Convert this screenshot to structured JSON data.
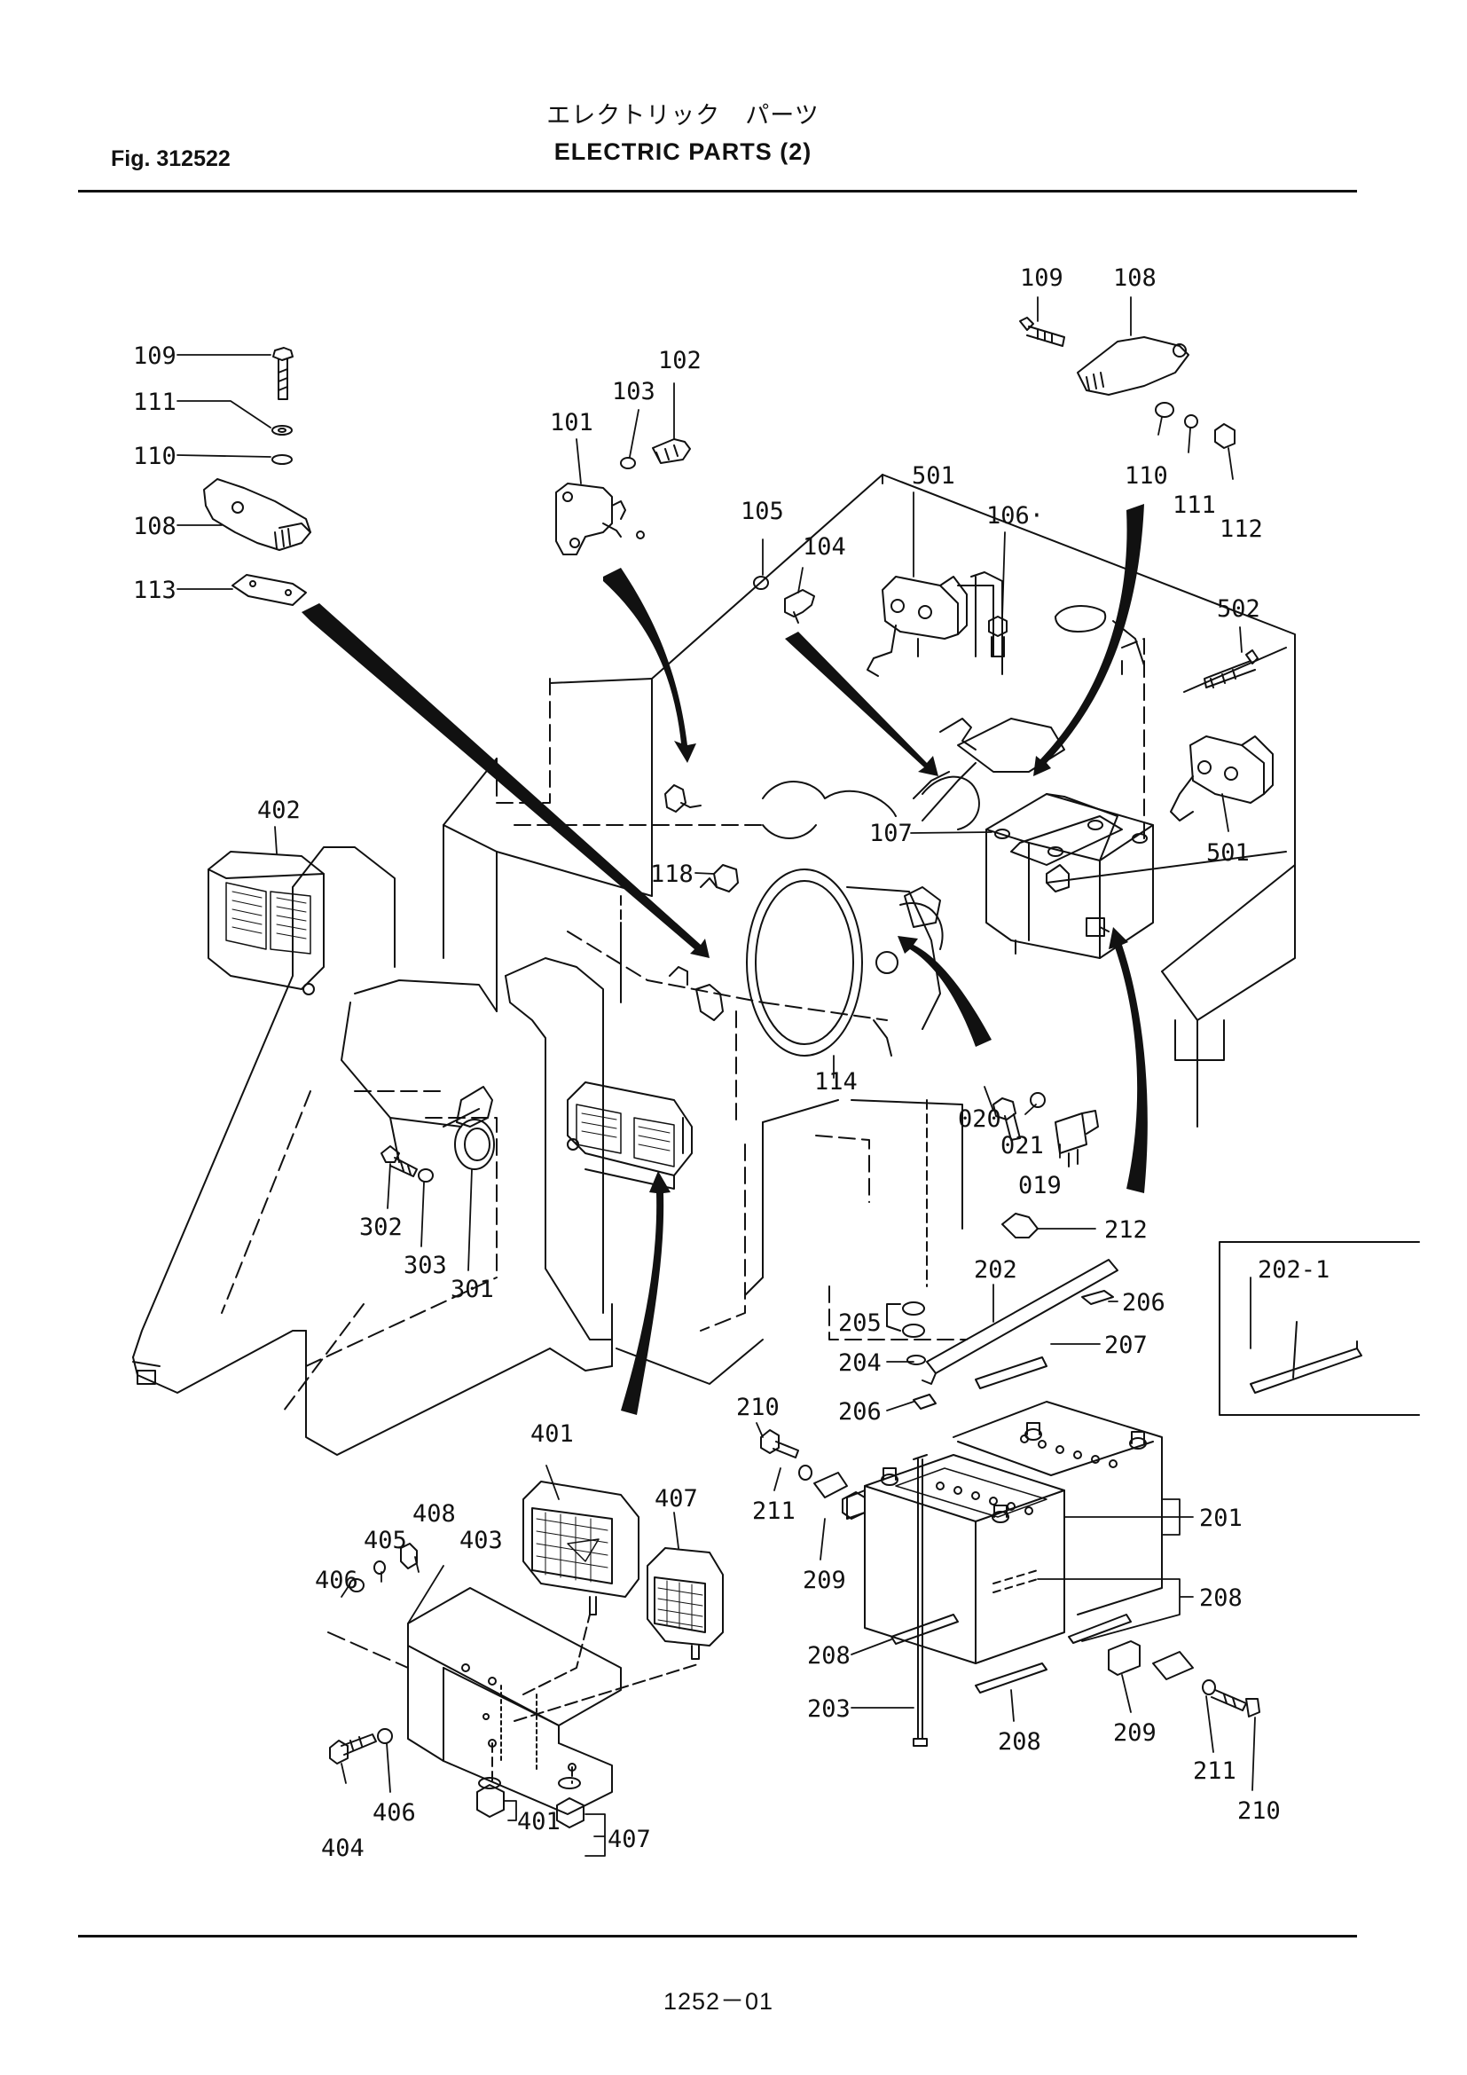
{
  "header": {
    "figure_id": "Fig. 312522",
    "title_jp": "エレクトリック　パーツ",
    "title": "ELECTRIC PARTS (2)"
  },
  "footer": {
    "page_number": "1252－01"
  },
  "inset": {
    "label": "202-1"
  },
  "callouts": [
    {
      "id": "109a",
      "text": "109"
    },
    {
      "id": "111a",
      "text": "111"
    },
    {
      "id": "110a",
      "text": "110"
    },
    {
      "id": "108a",
      "text": "108"
    },
    {
      "id": "113",
      "text": "113"
    },
    {
      "id": "101",
      "text": "101"
    },
    {
      "id": "103",
      "text": "103"
    },
    {
      "id": "102",
      "text": "102"
    },
    {
      "id": "105",
      "text": "105"
    },
    {
      "id": "104",
      "text": "104"
    },
    {
      "id": "501a",
      "text": "501"
    },
    {
      "id": "106",
      "text": "106·"
    },
    {
      "id": "109b",
      "text": "109"
    },
    {
      "id": "108b",
      "text": "108"
    },
    {
      "id": "110b",
      "text": "110"
    },
    {
      "id": "111b",
      "text": "111"
    },
    {
      "id": "112",
      "text": "112"
    },
    {
      "id": "502",
      "text": "502"
    },
    {
      "id": "501b",
      "text": "501"
    },
    {
      "id": "402",
      "text": "402"
    },
    {
      "id": "118",
      "text": "118"
    },
    {
      "id": "107",
      "text": "107"
    },
    {
      "id": "114",
      "text": "114"
    },
    {
      "id": "020",
      "text": "020"
    },
    {
      "id": "021",
      "text": "021"
    },
    {
      "id": "019",
      "text": "019"
    },
    {
      "id": "212",
      "text": "212"
    },
    {
      "id": "202",
      "text": "202"
    },
    {
      "id": "206a",
      "text": "206"
    },
    {
      "id": "207",
      "text": "207"
    },
    {
      "id": "205",
      "text": "205"
    },
    {
      "id": "204",
      "text": "204"
    },
    {
      "id": "206b",
      "text": "206"
    },
    {
      "id": "210a",
      "text": "210"
    },
    {
      "id": "211a",
      "text": "211"
    },
    {
      "id": "209a",
      "text": "209"
    },
    {
      "id": "201",
      "text": "201"
    },
    {
      "id": "208a",
      "text": "208"
    },
    {
      "id": "208b",
      "text": "208"
    },
    {
      "id": "203",
      "text": "203"
    },
    {
      "id": "208c",
      "text": "208"
    },
    {
      "id": "209b",
      "text": "209"
    },
    {
      "id": "211b",
      "text": "211"
    },
    {
      "id": "210b",
      "text": "210"
    },
    {
      "id": "302",
      "text": "302"
    },
    {
      "id": "303",
      "text": "303"
    },
    {
      "id": "301",
      "text": "301"
    },
    {
      "id": "401a",
      "text": "401"
    },
    {
      "id": "407a",
      "text": "407"
    },
    {
      "id": "408",
      "text": "408"
    },
    {
      "id": "405",
      "text": "405"
    },
    {
      "id": "403",
      "text": "403"
    },
    {
      "id": "406a",
      "text": "406"
    },
    {
      "id": "404",
      "text": "404"
    },
    {
      "id": "406b",
      "text": "406"
    },
    {
      "id": "401b",
      "text": "401"
    },
    {
      "id": "407b",
      "text": "407"
    }
  ]
}
